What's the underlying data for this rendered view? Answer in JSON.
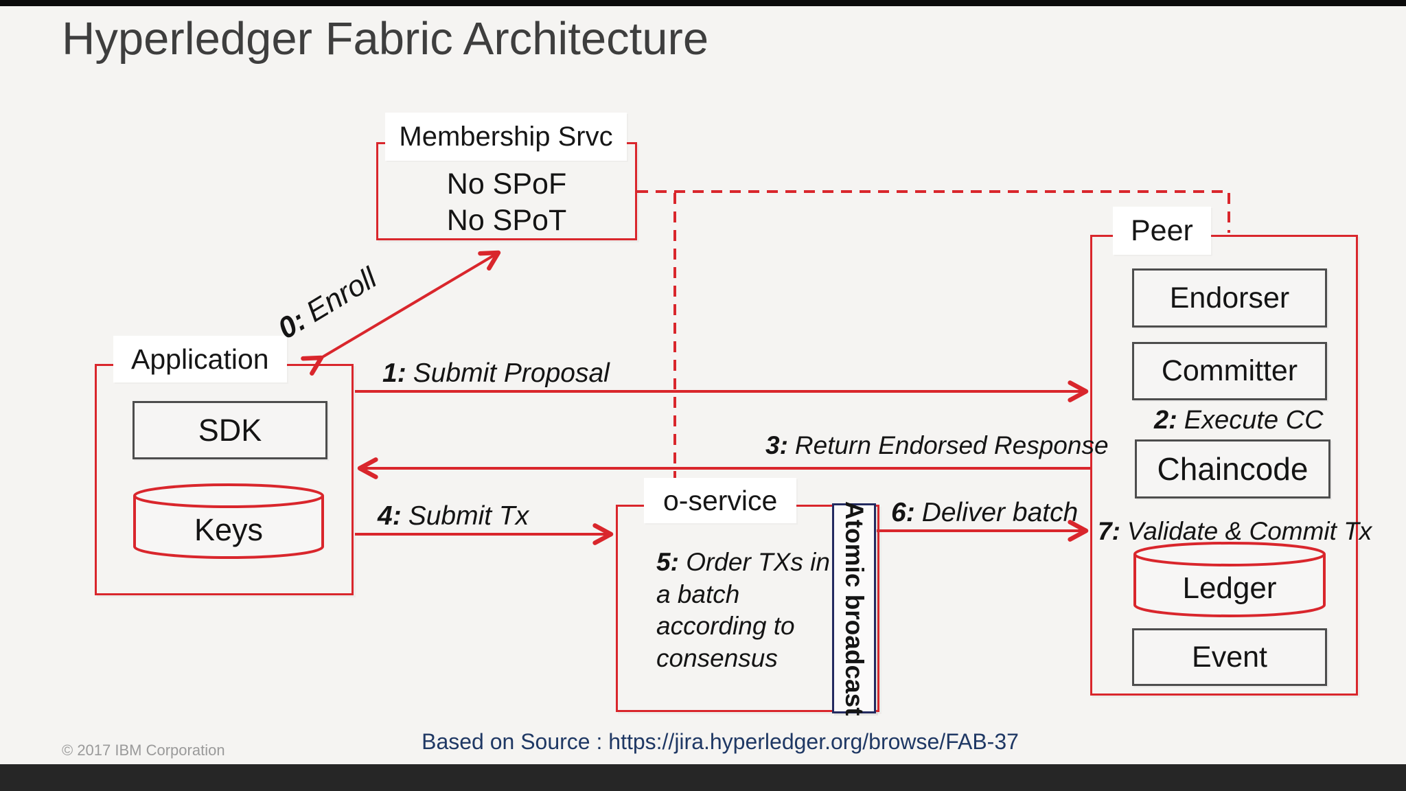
{
  "page": {
    "title": "Hyperledger Fabric Architecture",
    "footer_source": "Based on Source : https://jira.hyperledger.org/browse/FAB-37",
    "copyright": "© 2017 IBM Corporation"
  },
  "colors": {
    "red_accent": "#d9262c",
    "navy_border": "#232a60",
    "gray_border": "#4d4d4d",
    "title_gray": "#3e3e3e",
    "link_blue": "#1f3864",
    "background": "#f5f4f2"
  },
  "membership": {
    "label": "Membership Srvc",
    "line1": "No SPoF",
    "line2": "No SPoT"
  },
  "application": {
    "label": "Application",
    "sdk_label": "SDK",
    "keys_label": "Keys"
  },
  "oservice": {
    "label": "o-service",
    "step_num": "5:",
    "step_text": "Order TXs in a batch according to consensus",
    "atomic_label": "Atomic broadcast"
  },
  "peer": {
    "label": "Peer",
    "endorser_label": "Endorser",
    "committer_label": "Committer",
    "chaincode_label": "Chaincode",
    "ledger_label": "Ledger",
    "event_label": "Event",
    "step2_num": "2:",
    "step2_text": "Execute CC",
    "step7_num": "7:",
    "step7_text": "Validate & Commit Tx"
  },
  "arrows": {
    "enroll": {
      "num": "0:",
      "text": "Enroll"
    },
    "submit_proposal": {
      "num": "1:",
      "text": "Submit Proposal"
    },
    "return_endorsed": {
      "num": "3:",
      "text": "Return Endorsed Response"
    },
    "submit_tx": {
      "num": "4:",
      "text": "Submit Tx"
    },
    "deliver_batch": {
      "num": "6:",
      "text": "Deliver batch"
    }
  }
}
